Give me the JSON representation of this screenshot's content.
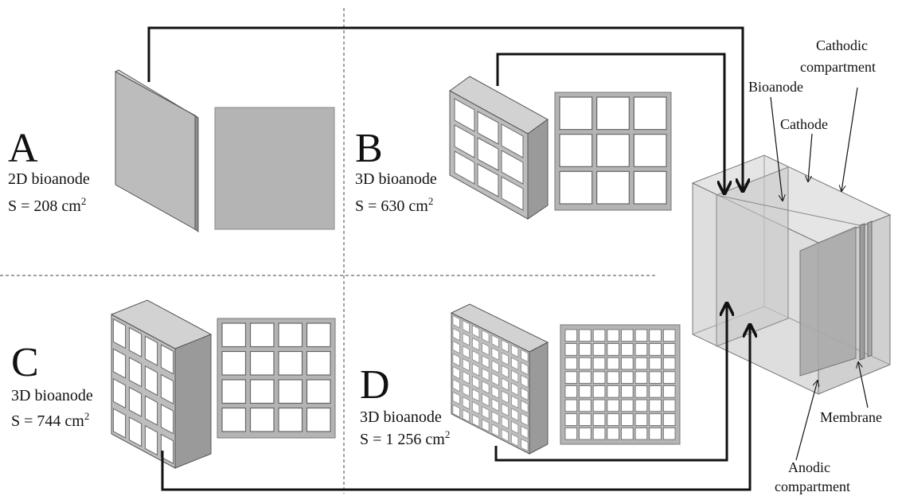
{
  "panels": [
    {
      "letter": "A",
      "type": "2D bioanode",
      "surface_prefix": "S = 208 cm",
      "sup": "2"
    },
    {
      "letter": "B",
      "type": "3D bioanode",
      "surface_prefix": "S = 630 cm",
      "sup": "2"
    },
    {
      "letter": "C",
      "type": "3D bioanode",
      "surface_prefix": "S = 744 cm",
      "sup": "2"
    },
    {
      "letter": "D",
      "type": "3D bioanode",
      "surface_prefix": "S = 1 256 cm",
      "sup": "2"
    }
  ],
  "reactor_labels": {
    "cathodic_1": "Cathodic",
    "cathodic_2": "compartment",
    "bioanode": "Bioanode",
    "cathode": "Cathode",
    "membrane": "Membrane",
    "anodic_1": "Anodic",
    "anodic_2": "compartment"
  },
  "colors": {
    "line": "#111111",
    "face": "#b4b4b4",
    "face_light": "#d2d2d2",
    "face_dark": "#8e8e8e",
    "box": "#cfcfcf"
  }
}
